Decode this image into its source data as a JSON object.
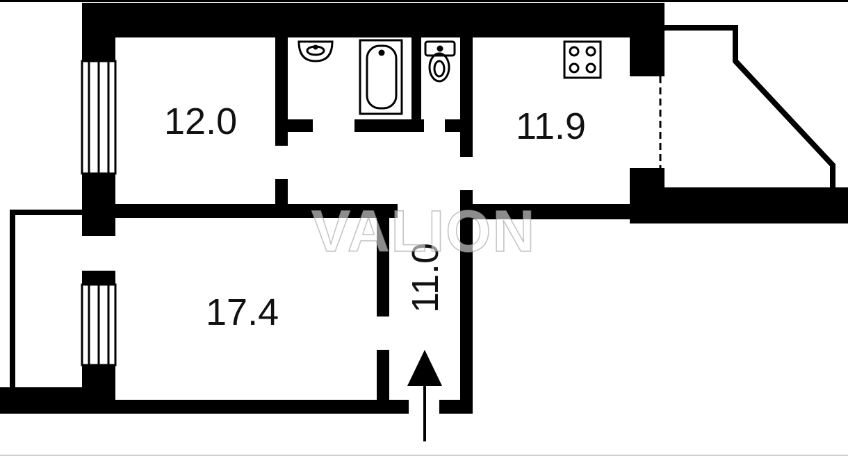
{
  "rooms": [
    {
      "name": "room-top-left",
      "area": "12.0"
    },
    {
      "name": "room-kitchen",
      "area": "11.9"
    },
    {
      "name": "room-living",
      "area": "17.4"
    },
    {
      "name": "hallway",
      "area": "11.0"
    }
  ],
  "watermark": "VALION",
  "colors": {
    "wall": "#000000",
    "background": "#ffffff"
  },
  "icons": [
    "sink-icon",
    "bathtub-icon",
    "toilet-icon",
    "stove-icon",
    "entrance-arrow-icon"
  ]
}
